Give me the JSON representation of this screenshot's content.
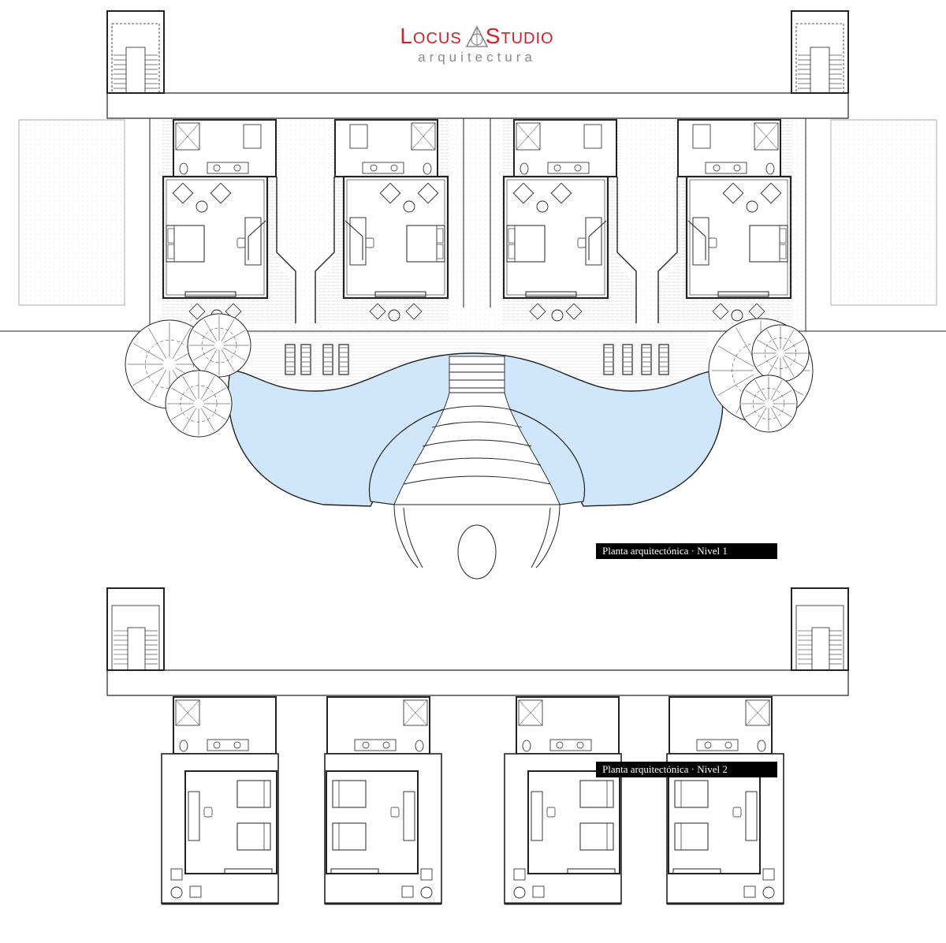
{
  "logo": {
    "name_left": "Locus",
    "name_right": "Studio",
    "subtitle": "arquitectura",
    "color_primary": "#d0202a",
    "color_secondary": "#8a8a8a"
  },
  "plans": [
    {
      "label": "Planta arquitectónica · Nivel 1"
    },
    {
      "label": "Planta arquitectónica · Nivel 2"
    }
  ],
  "colors": {
    "pool_water": "#cfe6fb",
    "line": "#222222",
    "paving": "#f0f0f0"
  }
}
